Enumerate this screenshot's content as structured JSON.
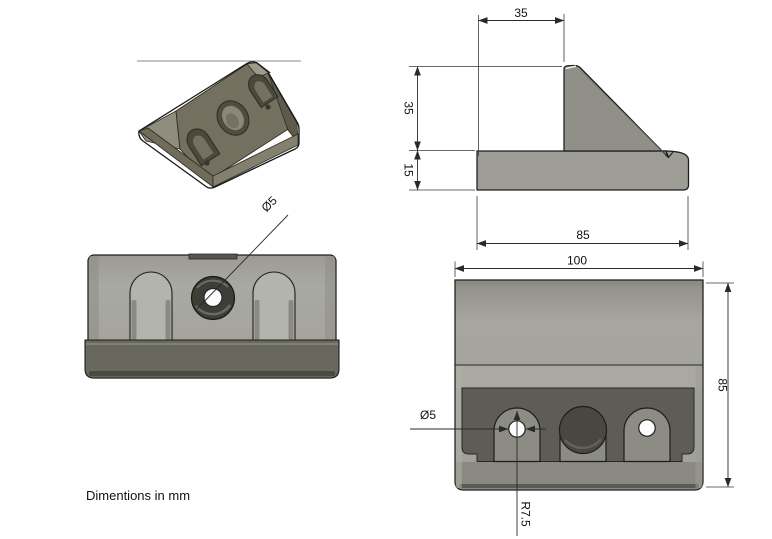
{
  "note": {
    "text": "Dimentions in mm"
  },
  "side_view": {
    "dim_top_width": "35",
    "dim_upper_height": "35",
    "dim_base_height": "15",
    "dim_length": "85"
  },
  "front_view": {
    "dim_width": "100",
    "dim_height": "85",
    "dim_hole_diameter": "Ø5",
    "dim_slot_radius": "R7.5"
  },
  "top_view": {
    "dim_hole_diameter": "Ø5"
  }
}
